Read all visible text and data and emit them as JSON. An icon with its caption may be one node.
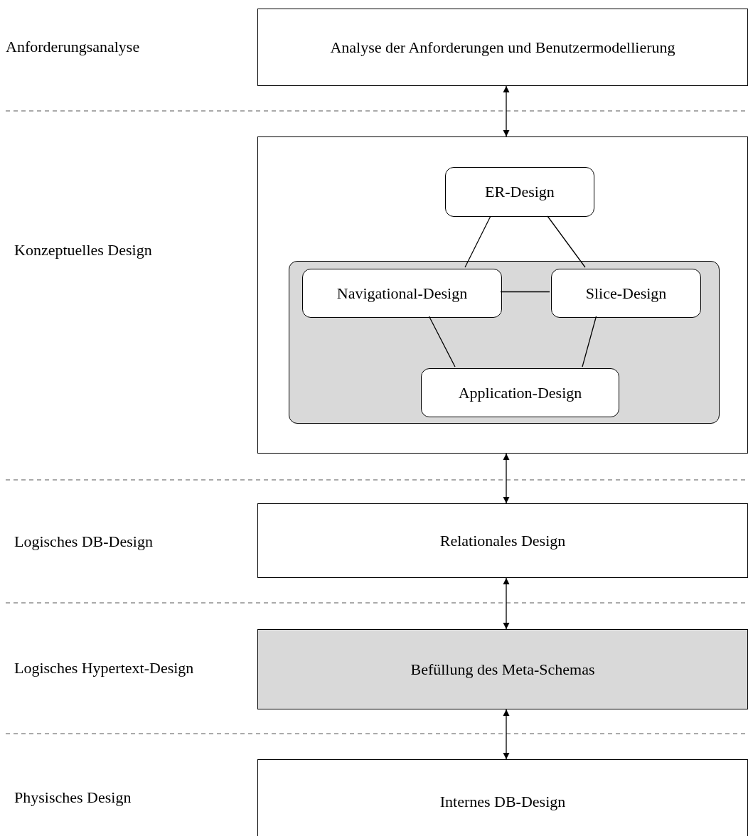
{
  "diagram": {
    "nodes": [
      {
        "text": [
          "Analyse der Anforderungen und Benutzermodellierung"
        ]
      },
      {
        "text": [],
        "shape": "box"
      },
      {
        "text": [
          "ER-Design"
        ],
        "in": 1
      },
      {
        "text": [],
        "shape": "box",
        "in": 1
      },
      {
        "text": [
          "Navigational-Design"
        ],
        "in": 3
      },
      {
        "text": [
          "Slice-Design"
        ],
        "in": 3
      },
      {
        "text": [
          "Application-Design"
        ],
        "in": 3
      },
      {
        "text": [
          "Relationales Design"
        ]
      },
      {
        "text": [
          "Befüllung des Meta-Schemas"
        ]
      },
      {
        "text": [
          "Internes DB-Design"
        ]
      }
    ],
    "edges": [
      {
        "from": 0,
        "to": 1,
        "arrow": "both"
      },
      {
        "from": 2,
        "to": 4,
        "arrow": "none"
      },
      {
        "from": 2,
        "to": 5,
        "arrow": "none"
      },
      {
        "from": 4,
        "to": 5,
        "arrow": "none"
      },
      {
        "from": 4,
        "to": 6,
        "arrow": "none"
      },
      {
        "from": 5,
        "to": 6,
        "arrow": "none"
      },
      {
        "from": 1,
        "to": 7,
        "arrow": "both"
      },
      {
        "from": 7,
        "to": 8,
        "arrow": "both"
      },
      {
        "from": 8,
        "to": 9,
        "arrow": "both"
      }
    ],
    "labels": [
      "Anforderungsanalyse",
      "Konzeptuelles Design",
      "Logisches DB-Design",
      "Logisches Hypertext-Design",
      "Physisches Design"
    ]
  }
}
